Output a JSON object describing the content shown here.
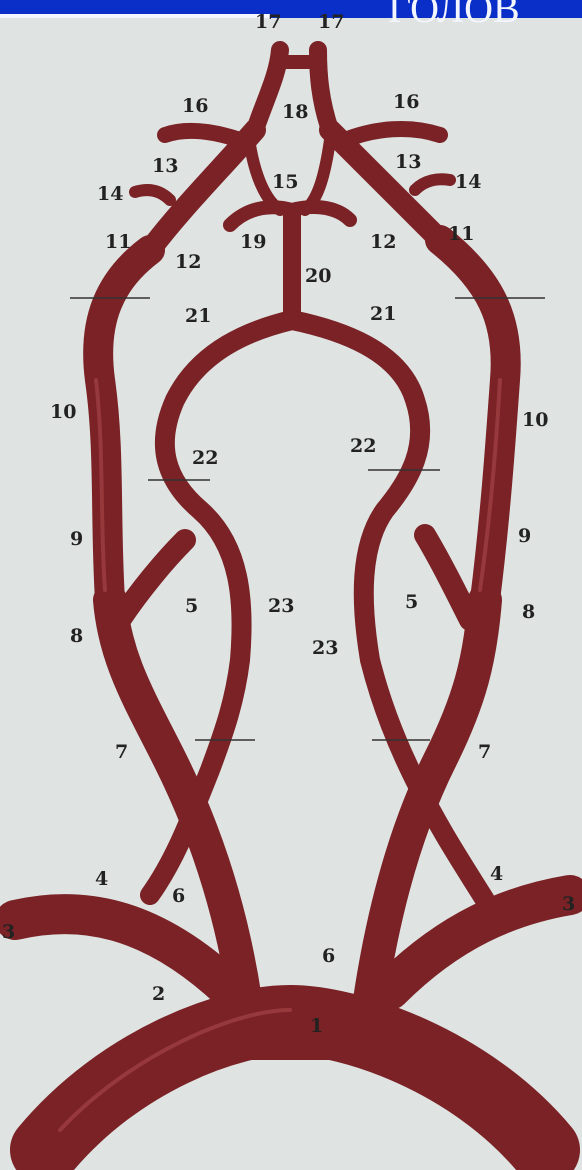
{
  "banner": {
    "text": "ГОЛОВ",
    "color": "#0a2fc8"
  },
  "colors": {
    "vessel": "#7a2226",
    "vessel_dark": "#5a1518",
    "background": "#dfe3e1",
    "label": "#222222"
  },
  "labels": {
    "l1": "1",
    "l2": "2",
    "l3_left": "3",
    "l3_right": "3",
    "l4_left": "4",
    "l4_right": "4",
    "l5_left": "5",
    "l5_right": "5",
    "l6_left": "6",
    "l6_center": "6",
    "l7_left": "7",
    "l7_right": "7",
    "l8_left": "8",
    "l8_right": "8",
    "l9_left": "9",
    "l9_right": "9",
    "l10_left": "10",
    "l10_right": "10",
    "l11_left": "11",
    "l11_right": "11",
    "l12_left": "12",
    "l12_right": "12",
    "l13_left": "13",
    "l13_right": "13",
    "l14_left": "14",
    "l14_right": "14",
    "l15": "15",
    "l16_left": "16",
    "l16_right": "16",
    "l17_left": "17",
    "l17_right": "17",
    "l18": "18",
    "l19": "19",
    "l20": "20",
    "l21_left": "21",
    "l21_right": "21",
    "l22_left": "22",
    "l22_right": "22",
    "l23_left": "23",
    "l23_right": "23"
  }
}
